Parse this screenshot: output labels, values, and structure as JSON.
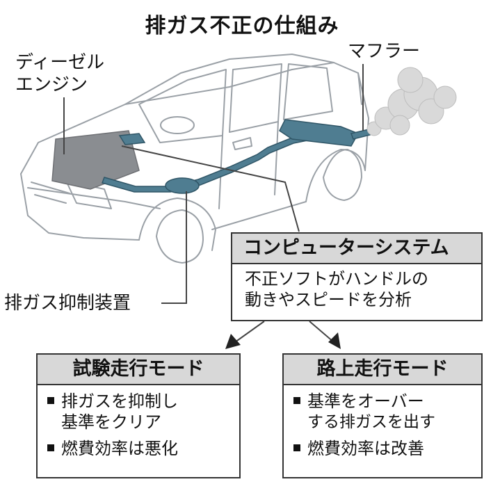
{
  "title": "排ガス不正の仕組み",
  "labels": {
    "engine": [
      "ディーゼル",
      "エンジン"
    ],
    "muffler": "マフラー",
    "suppressor": "排ガス抑制装置"
  },
  "computer_system": {
    "heading": "コンピューターシステム",
    "lines": [
      "不正ソフトがハンドルの",
      "動きやスピードを分析"
    ]
  },
  "modes": [
    {
      "heading": "試験走行モード",
      "bullets": [
        [
          "排ガスを抑制し",
          "基準をクリア"
        ],
        [
          "燃費効率は悪化"
        ]
      ]
    },
    {
      "heading": "路上走行モード",
      "bullets": [
        [
          "基準をオーバー",
          "する排ガスを出す"
        ],
        [
          "燃費効率は改善"
        ]
      ]
    }
  ],
  "colors": {
    "exhaust": "#4f7d91",
    "engine": "#8a8d91",
    "smoke": "#d9d9d9",
    "box_header": "#d8d8d8"
  }
}
